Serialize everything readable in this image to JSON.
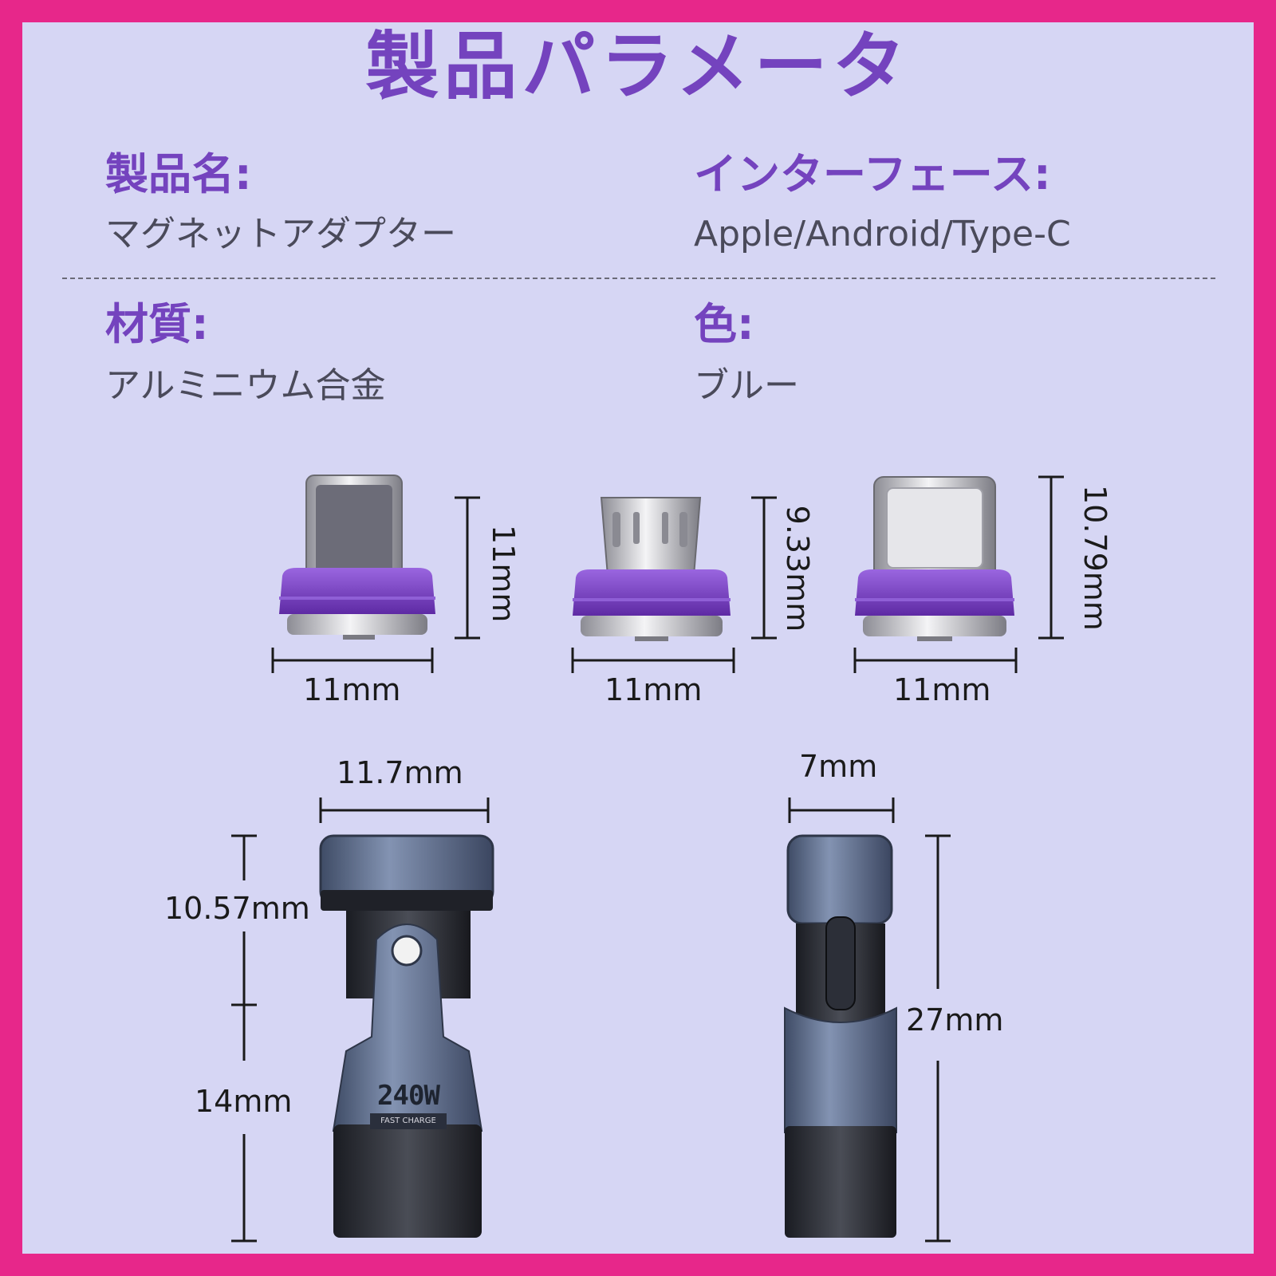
{
  "title": "製品パラメータ",
  "specs": {
    "product_name": {
      "label": "製品名:",
      "value": "マグネットアダプター"
    },
    "interface": {
      "label": "インターフェース:",
      "value": "Apple/Android/Type-C"
    },
    "material": {
      "label": "材質:",
      "value": "アルミニウム合金"
    },
    "color": {
      "label": "色:",
      "value": "ブルー"
    }
  },
  "tips": {
    "lightning": {
      "height": "11mm",
      "width": "11mm"
    },
    "micro_usb": {
      "height": "9.33mm",
      "width": "11mm"
    },
    "type_c": {
      "height": "10.79mm",
      "width": "11mm"
    }
  },
  "adapter_front": {
    "width": "11.7mm",
    "top_height": "10.57mm",
    "bottom_height": "14mm",
    "badge_main": "240W",
    "badge_sub": "FAST CHARGE"
  },
  "adapter_side": {
    "width": "7mm",
    "height": "27mm"
  },
  "colors": {
    "border": "#e7278a",
    "background": "#d6d6f4",
    "accent": "#7443be",
    "tip_purple": "#7b3fc4",
    "body_metal": "#5d6e8e"
  }
}
